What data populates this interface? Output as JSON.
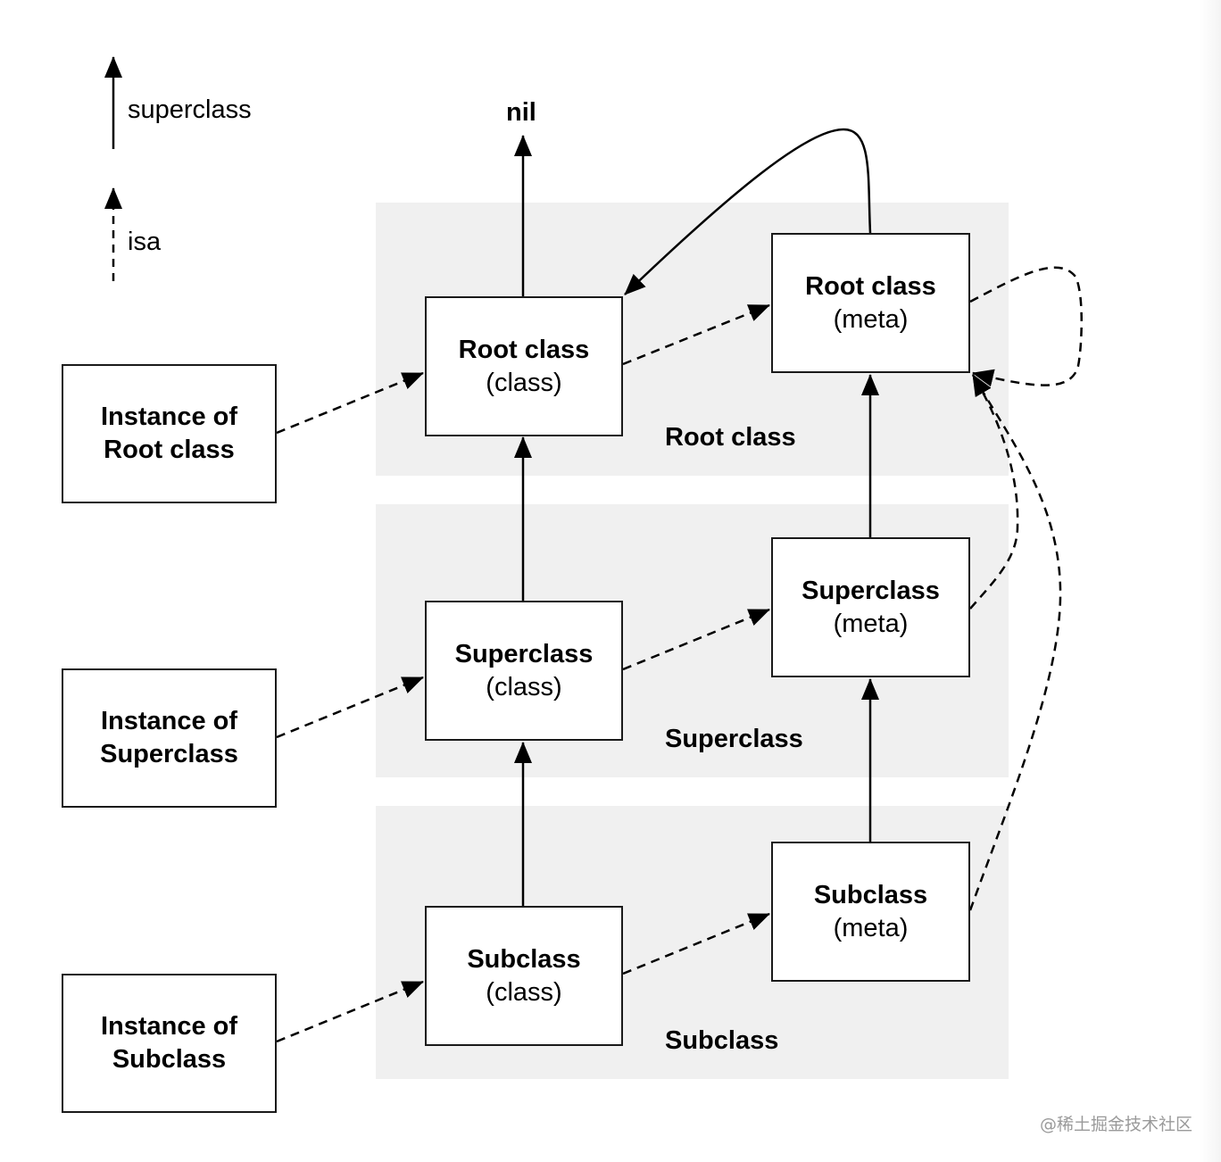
{
  "legend": {
    "superclass_label": "superclass",
    "isa_label": "isa"
  },
  "nil_label": "nil",
  "bands": {
    "root": "Root class",
    "super": "Superclass",
    "sub": "Subclass"
  },
  "instances": {
    "root": {
      "line1": "Instance of",
      "line2": "Root class"
    },
    "super": {
      "line1": "Instance of",
      "line2": "Superclass"
    },
    "sub": {
      "line1": "Instance of",
      "line2": "Subclass"
    }
  },
  "classes": {
    "root": {
      "name": "Root class",
      "kind": "(class)"
    },
    "super": {
      "name": "Superclass",
      "kind": "(class)"
    },
    "sub": {
      "name": "Subclass",
      "kind": "(class)"
    }
  },
  "metas": {
    "root": {
      "name": "Root class",
      "kind": "(meta)"
    },
    "super": {
      "name": "Superclass",
      "kind": "(meta)"
    },
    "sub": {
      "name": "Subclass",
      "kind": "(meta)"
    }
  },
  "edge_types": {
    "superclass": "solid",
    "isa": "dashed"
  },
  "watermark": "@稀土掘金技术社区"
}
